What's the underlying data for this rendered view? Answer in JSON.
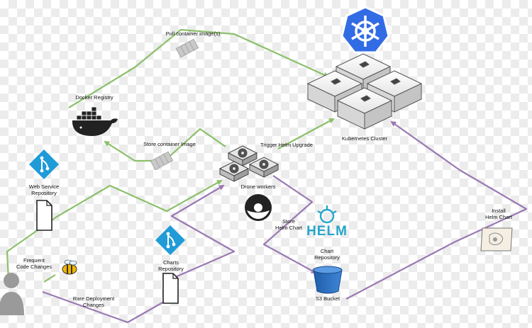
{
  "labels": {
    "pull": "Pull container image(s)",
    "docker_registry": "Docker Registry",
    "store_image": "Store container Image",
    "trigger_helm": "Trigger Helm Upgrade",
    "kubernetes_cluster": "Kubernetes Cluster",
    "web_service_repo_1": "Web Service",
    "web_service_repo_2": "Repository",
    "drone_workers": "Drone workers",
    "store_helm_1": "Store",
    "store_helm_2": "Helm Chart",
    "helm_wordmark": "HELM",
    "chart_repo_1": "Chart",
    "chart_repo_2": "Repository",
    "install_helm_1": "Install",
    "install_helm_2": "Helm Chart",
    "frequent_1": "Frequent",
    "frequent_2": "Code Changes",
    "charts_repo_1": "Charts",
    "charts_repo_2": "Repository",
    "s3_bucket": "S3 Bucket",
    "rare_1": "Rare Deployment",
    "rare_2": "Changes"
  },
  "colors": {
    "green_path": "#8cc06a",
    "purple_path": "#9a79b3",
    "kubernetes_blue": "#326ce5",
    "git_blue": "#1f9bd8",
    "s3_blue": "#2d72c4",
    "helm_teal": "#26a6c9"
  }
}
